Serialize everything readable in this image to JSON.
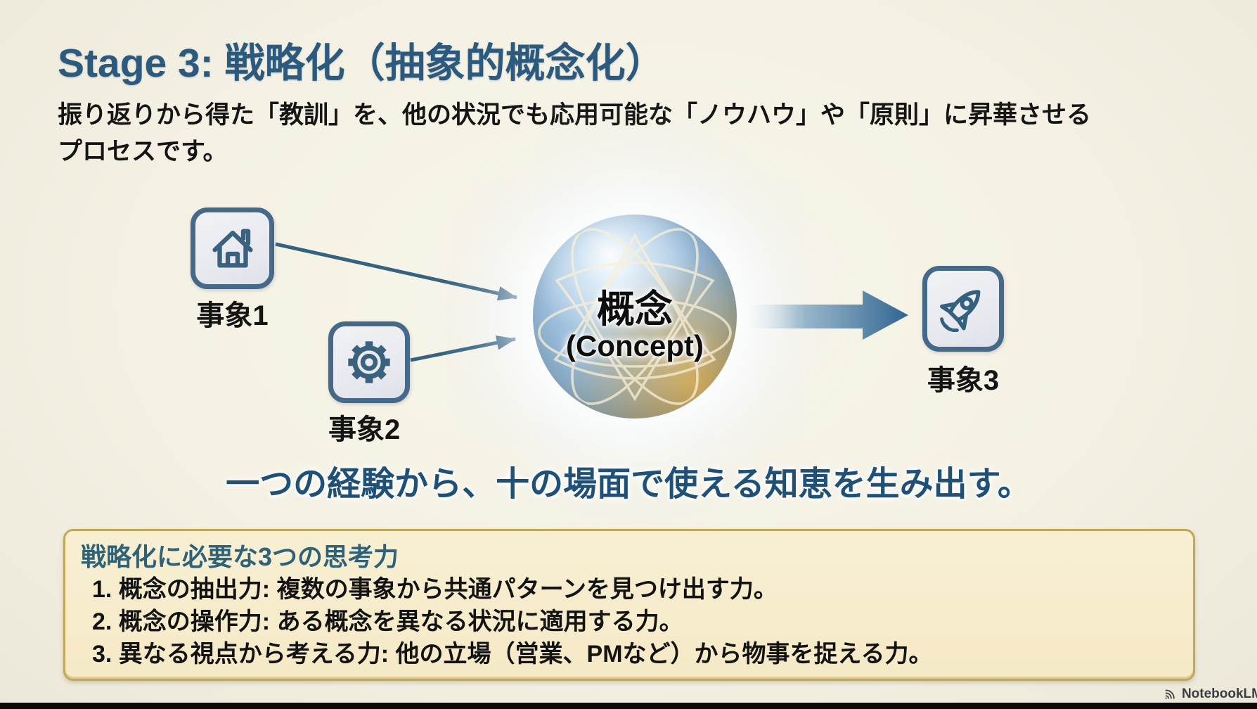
{
  "slide": {
    "title": "Stage 3: 戦略化（抽象的概念化）",
    "description_line1": "振り返りから得た「教訓」を、他の状況でも応用可能な「ノウハウ」や「原則」に昇華させる",
    "description_line2": "プロセスです。",
    "tagline": "一つの経験から、十の場面で使える知恵を生み出す。"
  },
  "diagram": {
    "event1_label": "事象1",
    "event2_label": "事象2",
    "event3_label": "事象3",
    "concept_label_ja": "概念",
    "concept_label_en": "(Concept)"
  },
  "skills_box": {
    "title": "戦略化に必要な3つの思考力",
    "items": [
      {
        "text": "1. 概念の抽出力: 複数の事象から共通パターンを見つけ出す力。"
      },
      {
        "text": "2. 概念の操作力: ある概念を異なる状況に適用する力。"
      },
      {
        "text": "3. 異なる視点から考える力: 他の立場（営業、PMなど）から物事を捉える力。"
      }
    ]
  },
  "watermark": {
    "label": "NotebookLM"
  },
  "colors": {
    "background": "#f4f1e4",
    "title": "#2b5a7e",
    "tagline": "#1f5078",
    "body_text": "#151515",
    "node_border": "#46698a",
    "icon_stroke": "#3a627f",
    "arrow": "#34627f",
    "big_arrow_dark": "#2f6390",
    "skills_box_bg": "#f7edcc",
    "skills_box_border": "#c0a858",
    "skills_title": "#2d6279",
    "sphere_blue": "#7ba4c9",
    "sphere_gold": "#d0a95e"
  }
}
